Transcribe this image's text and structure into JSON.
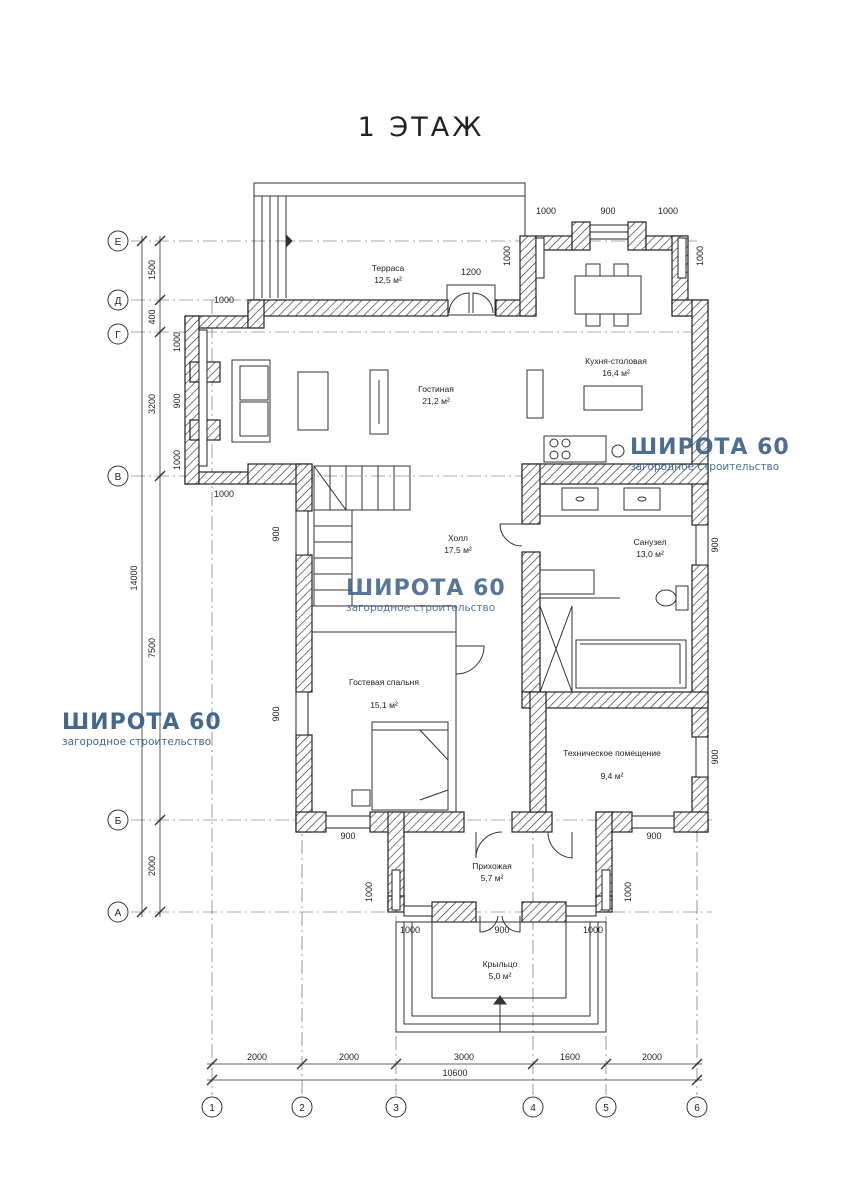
{
  "title": "1 ЭТАЖ",
  "watermark": {
    "brand": "ШИРОТА 60",
    "tagline": "загородное строительство"
  },
  "rooms": {
    "terrace": {
      "name": "Терраса",
      "area": "12,5 м²"
    },
    "living": {
      "name": "Гостиная",
      "area": "21,2 м²"
    },
    "kitchen": {
      "name": "Кухня-столовая",
      "area": "16,4 м²"
    },
    "hall": {
      "name": "Холл",
      "area": "17,5 м²"
    },
    "bath": {
      "name": "Санузел",
      "area": "13,0 м²"
    },
    "guest": {
      "name": "Гостевая спальня",
      "area": "15,1 м²"
    },
    "tech": {
      "name": "Техническое помещение",
      "area": "9,4 м²"
    },
    "entry": {
      "name": "Прихожая",
      "area": "5,7 м²"
    },
    "porch": {
      "name": "Крыльцо",
      "area": "5,0 м²"
    }
  },
  "axes": {
    "letters": [
      "Е",
      "Д",
      "Г",
      "В",
      "Б",
      "А"
    ],
    "numbers": [
      "1",
      "2",
      "3",
      "4",
      "5",
      "6"
    ]
  },
  "dims": {
    "left": [
      "1500",
      "400",
      "3200",
      "7500",
      "2000"
    ],
    "left_total": "14000",
    "bottom": [
      "2000",
      "2000",
      "3000",
      "1600",
      "2000"
    ],
    "bottom_total": "10600",
    "terrace_door": "1200",
    "kitchen_top": [
      "1000",
      "900",
      "1000"
    ],
    "kitchen_side": "1000",
    "kitchen_side_right": "1000",
    "living_top": "1000",
    "living_bottom": "1000",
    "living_side": [
      "1000",
      "900",
      "1000"
    ],
    "window_900": "900",
    "porch_left": "1000",
    "porch_mid": "900",
    "porch_right": "1000"
  },
  "colors": {
    "line": "#222222",
    "hatch": "#333333",
    "watermark": "#3b5f86"
  }
}
